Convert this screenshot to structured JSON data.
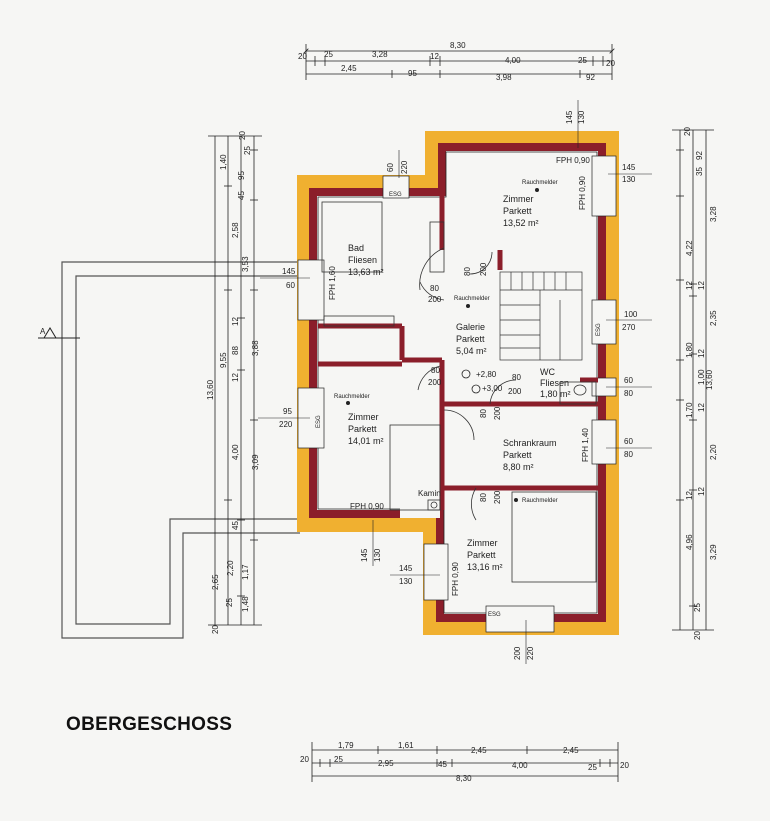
{
  "title": "OBERGESCHOSS",
  "colors": {
    "wall_outer": "#f0b030",
    "wall_inner": "#8b1e2a",
    "line": "#222222",
    "paper": "#f6f6f4"
  },
  "dims_top": {
    "total": "8,30",
    "r2": [
      "20",
      "25",
      "3,28",
      "12",
      "4,00",
      "25",
      "20"
    ],
    "r3": [
      "2,45",
      "95",
      "3,98",
      "92"
    ]
  },
  "dims_bottom": {
    "r1": [
      "1,79",
      "1,61",
      "2,45",
      "2,45"
    ],
    "r2": [
      "20",
      "25",
      "2,95",
      "45",
      "4,00",
      "25",
      "20"
    ],
    "total": "8,30"
  },
  "dims_left": {
    "total": "13,60",
    "c2": [
      "1,40",
      "2,58",
      "4,00",
      "2,65"
    ],
    "c3": [
      "9,55",
      "12",
      "88",
      "12",
      "2,20",
      "25",
      "20"
    ],
    "c4": [
      "95",
      "45",
      "25",
      "20",
      "3,53",
      "3,88",
      "3,09",
      "1,17",
      "1,48",
      "45"
    ]
  },
  "dims_right": {
    "total": "13,60",
    "c1": [
      "4,22",
      "12",
      "1,80",
      "1,70",
      "12",
      "4,96",
      "25",
      "20"
    ],
    "c2": [
      "92",
      "35",
      "20",
      "3,28",
      "12",
      "2,35",
      "12",
      "1,00",
      "12",
      "2,20",
      "12",
      "3,29"
    ]
  },
  "openings": {
    "top_window_a": [
      "60",
      "220"
    ],
    "top_vertical": [
      "145",
      "130"
    ],
    "right_145": [
      "145",
      "130"
    ],
    "left_bath": [
      "145",
      "60"
    ],
    "left_zimmer": [
      "95",
      "220"
    ],
    "right_100": [
      "100",
      "270"
    ],
    "right_wc": [
      "60",
      "80"
    ],
    "right_schrank": [
      "60",
      "80"
    ],
    "bottom_left": [
      "145",
      "130"
    ],
    "bottom_door": [
      "200",
      "220"
    ],
    "center_145": [
      "145",
      "130"
    ]
  },
  "rooms": [
    {
      "name": "Zimmer",
      "floor": "Parkett",
      "area": "13,52 m²"
    },
    {
      "name": "Bad",
      "floor": "Fliesen",
      "area": "13,63 m²"
    },
    {
      "name": "Galerie",
      "floor": "Parkett",
      "area": "5,04 m²"
    },
    {
      "name": "WC",
      "floor": "Fliesen",
      "area": "1,80 m²"
    },
    {
      "name": "Zimmer",
      "floor": "Parkett",
      "area": "14,01 m²"
    },
    {
      "name": "Schrankraum",
      "floor": "Parkett",
      "area": "8,80 m²"
    },
    {
      "name": "Zimmer",
      "floor": "Parkett",
      "area": "13,16 m²"
    }
  ],
  "labels": {
    "smoke": "Rauchmelder",
    "fph_090": "FPH 0,90",
    "fph_160": "FPH 1,60",
    "fph_140": "FPH 1,40",
    "kamin": "Kamin",
    "esg": "ESG",
    "door_80": "80",
    "door_200": "200",
    "level_280": "+2,80",
    "level_300": "+3,00",
    "section": "A"
  }
}
